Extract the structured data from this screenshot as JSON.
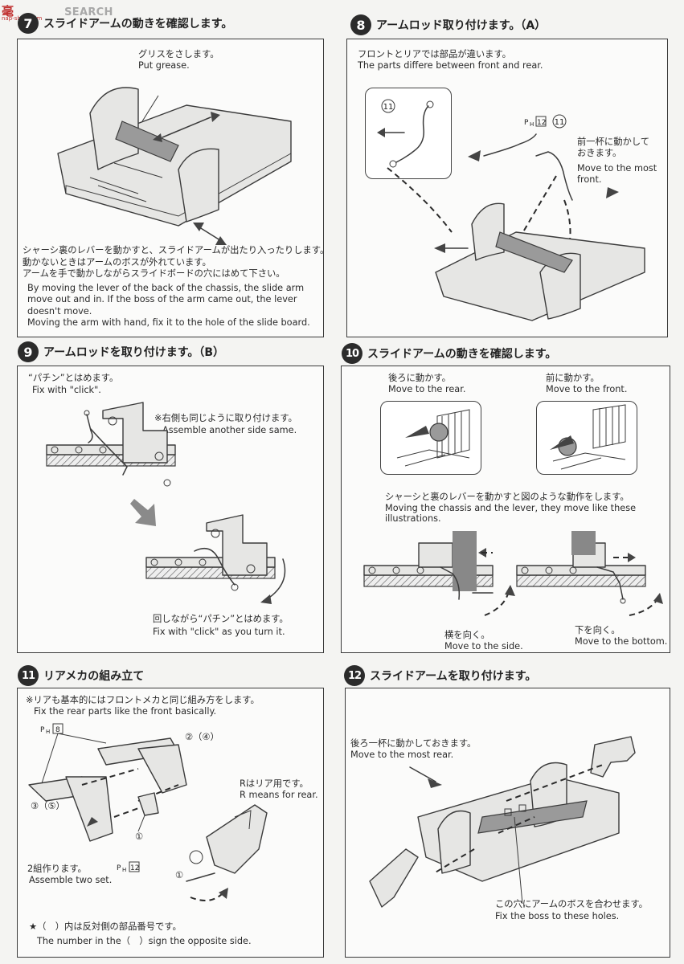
{
  "watermark": {
    "brand": "SEARCH",
    "cn": "毫",
    "sub": "nap-show.com"
  },
  "steps": [
    {
      "num": "7",
      "title": "スライドアームの動きを確認します。",
      "callout_jp": "グリスをさします。",
      "callout_en": "Put grease.",
      "body": [
        "シャーシ裏のレバーを動かすと、スライドアームが出たり入ったりします。",
        "動かないときはアームのボスが外れています。",
        "アームを手で動かしながらスライドボードの穴にはめて下さい。",
        "By moving the lever of the back of the chassis, the slide arm",
        "move out and in. If the boss of the arm came out, the lever",
        "doesn't move.",
        "Moving the arm with hand, fix it to the hole of the slide board."
      ]
    },
    {
      "num": "8",
      "title": "アームロッド取り付けます。（A）",
      "note_jp": "フロントとリアでは部品が違います。",
      "note_en": "The parts differe between front and rear.",
      "part": "11",
      "ph": "12",
      "move_jp": "前一杯に動かして",
      "move_jp2": "おきます。",
      "move_en": "Move to the most",
      "move_en2": "front."
    },
    {
      "num": "9",
      "title": "アームロッドを取り付けます。（B）",
      "click_jp": "“パチン”とはめます。",
      "click_en": "Fix with \"click\".",
      "same_jp": "※右側も同じように取り付けます。",
      "same_en": "Assemble another side same.",
      "turn_jp": "回しながら“パチン”とはめます。",
      "turn_en": "Fix with \"click\" as you turn it."
    },
    {
      "num": "10",
      "title": "スライドアームの動きを確認します。",
      "rear_jp": "後ろに動かす。",
      "rear_en": "Move to the rear.",
      "front_jp": "前に動かす。",
      "front_en": "Move to the front.",
      "desc_jp": "シャーシと裏のレバーを動かすと図のような動作をします。",
      "desc_en1": "Moving the chassis and the lever, they move like these",
      "desc_en2": "illustrations.",
      "side_jp": "横を向く。",
      "side_en": "Move to the side.",
      "bottom_jp": "下を向く。",
      "bottom_en": "Move to the bottom."
    },
    {
      "num": "11",
      "title": "リアメカの組み立て",
      "note_jp": "※リアも基本的にはフロントメカと同じ組み方をします。",
      "note_en": "Fix the rear parts like the front basically.",
      "ph_a": "8",
      "ph_b": "12",
      "label_a": "②（④）",
      "label_b": "③（⑤）",
      "label_c": "①",
      "label_d": "①",
      "r_jp": "Rはリア用です。",
      "r_en": "R means for rear.",
      "two_jp": "2組作ります。",
      "two_en": "Assemble two set.",
      "star_jp": "★（　）内は反対側の部品番号です。",
      "star_en": "The number in the（　）sign the opposite side."
    },
    {
      "num": "12",
      "title": "スライドアームを取り付けます。",
      "rear_jp": "後ろ一杯に動かしておきます。",
      "rear_en": "Move to the most rear.",
      "holes_jp": "この穴にアームのボスを合わせます。",
      "holes_en": "Fix the boss to these holes."
    }
  ]
}
